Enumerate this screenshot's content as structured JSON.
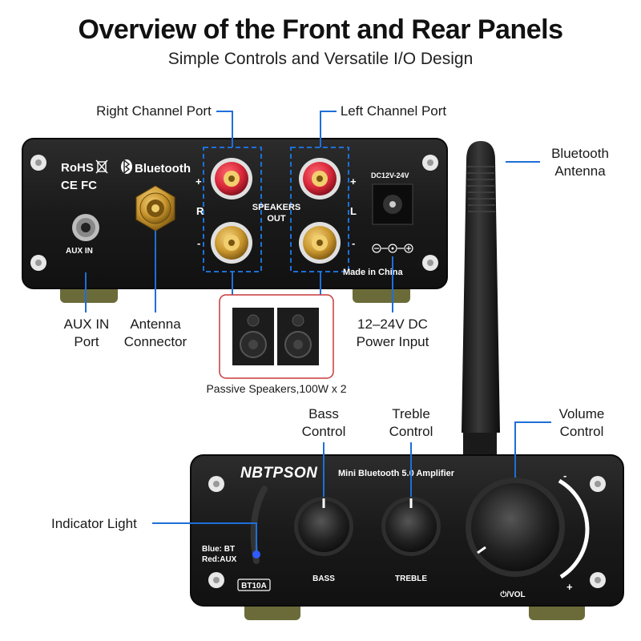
{
  "header": {
    "title": "Overview of the Front and Rear Panels",
    "subtitle": "Simple Controls and Versatile I/O Design"
  },
  "callouts": {
    "right_channel": "Right Channel Port",
    "left_channel": "Left Channel Port",
    "bt_antenna_line1": "Bluetooth",
    "bt_antenna_line2": "Antenna",
    "aux_line1": "AUX IN",
    "aux_line2": "Port",
    "antenna_conn_line1": "Antenna",
    "antenna_conn_line2": "Connector",
    "dc_line1": "12–24V DC",
    "dc_line2": "Power Input",
    "speakers_caption": "Passive Speakers,100W x 2",
    "bass_line1": "Bass",
    "bass_line2": "Control",
    "treble_line1": "Treble",
    "treble_line2": "Control",
    "volume_line1": "Volume",
    "volume_line2": "Control",
    "indicator": "Indicator Light"
  },
  "rear_panel": {
    "rohs": "RoHS",
    "ce_fc": "CE FC",
    "bluetooth": "Bluetooth",
    "aux_in": "AUX IN",
    "plus": "+",
    "minus": "-",
    "r": "R",
    "l": "L",
    "speakers": "SPEAKERS",
    "out": "OUT",
    "dc": "DC12V-24V",
    "made_in": "Made in China"
  },
  "front_panel": {
    "brand": "NBTPSON",
    "model_desc": "Mini Bluetooth 5.0 Amplifier",
    "blue_bt": "Blue: BT",
    "red_aux": "Red:AUX",
    "model": "BT10A",
    "bass": "BASS",
    "treble": "TREBLE",
    "vol": "⏻/VOL",
    "minus": "-",
    "plus": "+"
  },
  "colors": {
    "accent_blue": "#1e6fd9",
    "speaker_box_red": "#c83a3a",
    "device_black": "#1b1b1b",
    "binding_red": "#d8283a",
    "binding_gold": "#c8962e"
  }
}
